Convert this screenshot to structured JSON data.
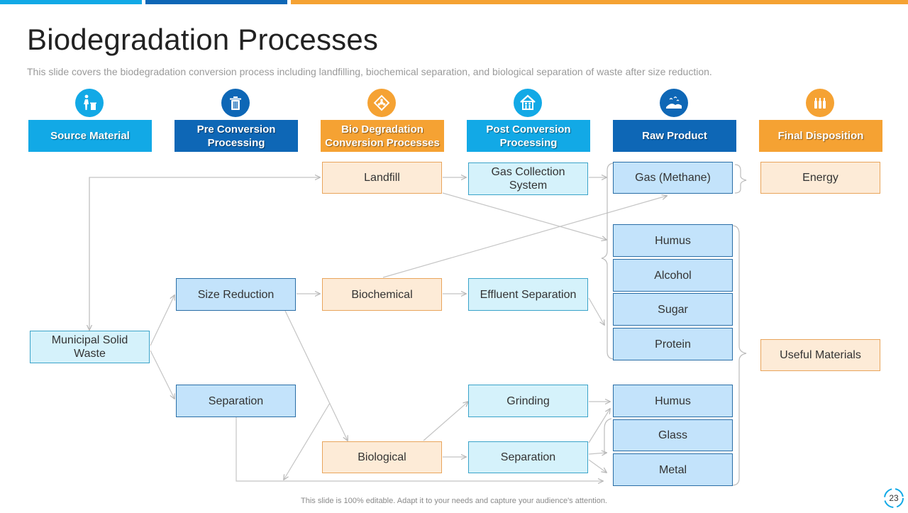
{
  "title": "Biodegradation Processes",
  "subtitle": "This slide covers the biodegradation conversion process including landfilling, biochemical separation, and biological separation of waste after size reduction.",
  "colors": {
    "light_blue": "#12a9e6",
    "dark_blue": "#0e67b6",
    "orange": "#f5a233"
  },
  "headers": [
    {
      "label": "Source Material",
      "icon": "recycle-person-icon"
    },
    {
      "label": "Pre Conversion Processing",
      "icon": "trash-bin-icon"
    },
    {
      "label": "Bio Degradation Conversion Processes",
      "icon": "biohazard-icon"
    },
    {
      "label": "Post Conversion Processing",
      "icon": "home-family-icon"
    },
    {
      "label": "Raw Product",
      "icon": "landscape-icon"
    },
    {
      "label": "Final Disposition",
      "icon": "bottles-icon"
    }
  ],
  "nodes": {
    "msw": "Municipal Solid Waste",
    "size_reduction": "Size Reduction",
    "separation_pre": "Separation",
    "landfill": "Landfill",
    "biochemical": "Biochemical",
    "biological": "Biological",
    "gas_collection": "Gas Collection System",
    "effluent_separation": "Effluent Separation",
    "grinding": "Grinding",
    "separation_post": "Separation",
    "gas_methane": "Gas (Methane)",
    "humus_1": "Humus",
    "alcohol": "Alcohol",
    "sugar": "Sugar",
    "protein": "Protein",
    "humus_2": "Humus",
    "glass": "Glass",
    "metal": "Metal",
    "energy": "Energy",
    "useful_materials": "Useful Materials"
  },
  "footer": "This slide is 100% editable. Adapt it to your needs and capture your audience's attention.",
  "page_number": "23"
}
